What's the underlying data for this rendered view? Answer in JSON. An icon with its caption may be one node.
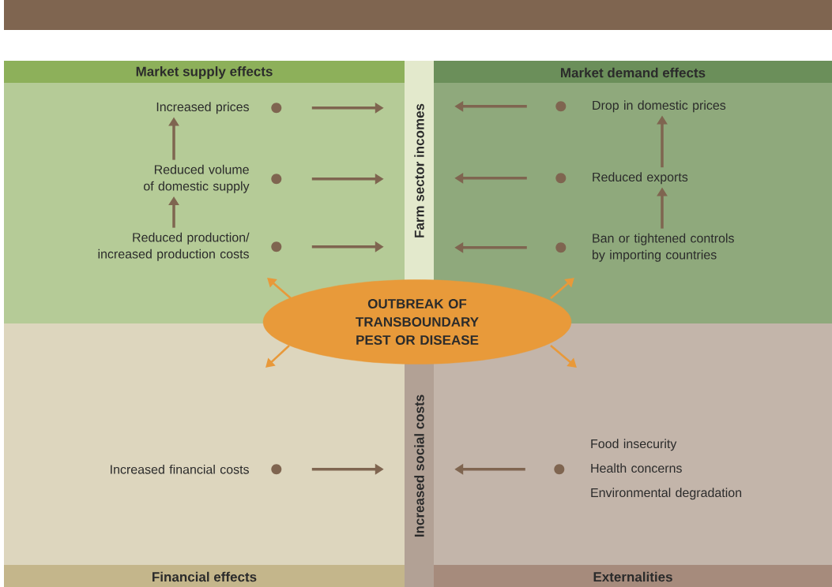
{
  "diagram": {
    "nodes": [
      {
        "text": [
          "Market supply effects"
        ]
      },
      {
        "text": [
          "Market demand effects"
        ]
      },
      {
        "text": [
          "Financial effects"
        ]
      },
      {
        "text": [
          "Externalities"
        ]
      },
      {
        "text": [
          "Farm sector incomes"
        ]
      },
      {
        "text": [
          "Increased social costs"
        ]
      },
      {
        "text": [
          "Increased prices"
        ],
        "in": 0
      },
      {
        "text": [
          "Reduced volume of domestic supply"
        ],
        "in": 0
      },
      {
        "text": [
          "Reduced production/ increased production costs"
        ],
        "in": 0
      },
      {
        "text": [
          "Drop in domestic prices"
        ],
        "in": 1
      },
      {
        "text": [
          "Reduced exports"
        ],
        "in": 1
      },
      {
        "text": [
          "Ban or tightened controls by importing countries"
        ],
        "in": 1
      },
      {
        "text": [
          "Increased financial costs"
        ],
        "in": 2
      },
      {
        "text": [
          "Food insecurity",
          "Health concerns",
          "Environmental degradation"
        ],
        "in": 3
      },
      {
        "text": [
          "OUTBREAK OF TRANSBOUNDARY PEST OR DISEASE"
        ]
      }
    ],
    "edges": [
      {
        "from": 8,
        "to": 7,
        "arrow": "to"
      },
      {
        "from": 7,
        "to": 6,
        "arrow": "to"
      },
      {
        "from": 6,
        "to": 4,
        "arrow": "to"
      },
      {
        "from": 7,
        "to": 4,
        "arrow": "to"
      },
      {
        "from": 8,
        "to": 4,
        "arrow": "to"
      },
      {
        "from": 11,
        "to": 10,
        "arrow": "to"
      },
      {
        "from": 10,
        "to": 9,
        "arrow": "to"
      },
      {
        "from": 9,
        "to": 4,
        "arrow": "to"
      },
      {
        "from": 10,
        "to": 4,
        "arrow": "to"
      },
      {
        "from": 11,
        "to": 4,
        "arrow": "to"
      },
      {
        "from": 12,
        "to": 5,
        "arrow": "to"
      },
      {
        "from": 13,
        "to": 5,
        "arrow": "to"
      },
      {
        "from": 14,
        "to": null,
        "arrow": "to",
        "color": "#e8993a"
      },
      {
        "from": 14,
        "to": null,
        "arrow": "to",
        "color": "#e8993a"
      },
      {
        "from": 14,
        "to": null,
        "arrow": "to",
        "color": "#e8993a"
      },
      {
        "from": 14,
        "to": null,
        "arrow": "to",
        "color": "#e8993a"
      }
    ]
  }
}
